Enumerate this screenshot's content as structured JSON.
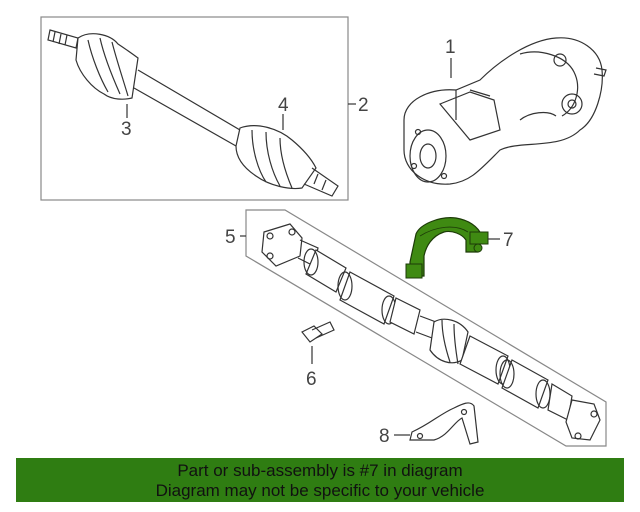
{
  "callouts": {
    "c1": "1",
    "c2": "2",
    "c3": "3",
    "c4": "4",
    "c5": "5",
    "c6": "6",
    "c7": "7",
    "c8": "8"
  },
  "banner": {
    "line1": "Part or sub-assembly is #7 in diagram",
    "line2": "Diagram may not be specific to your vehicle"
  },
  "colors": {
    "highlight": "#2f7d12",
    "highlighted_part": "#3f8a12",
    "line_art": "#333333"
  },
  "highlighted_part": "7"
}
